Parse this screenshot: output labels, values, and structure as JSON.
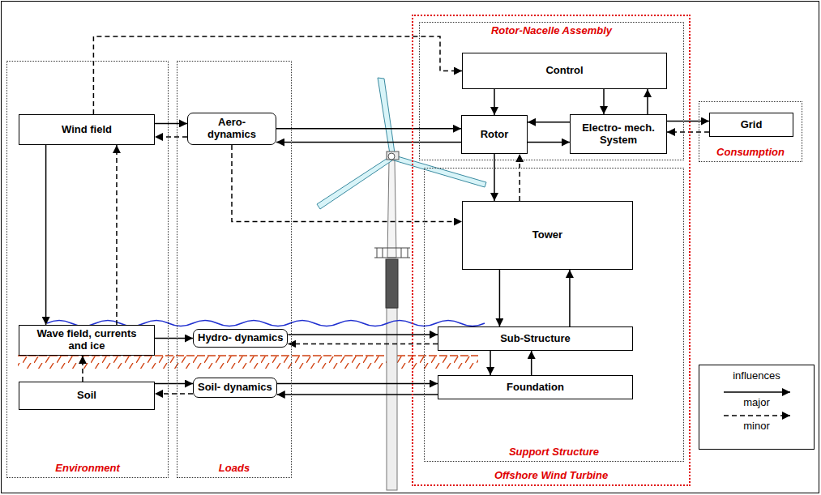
{
  "diagram": {
    "nodes": [
      {
        "text": [
          "Environment"
        ]
      },
      {
        "text": [
          "Wind field"
        ],
        "in": 0
      },
      {
        "text": [
          "Wave field, currents and ice"
        ],
        "in": 0
      },
      {
        "text": [
          "Soil"
        ],
        "in": 0
      },
      {
        "text": [
          "Loads"
        ]
      },
      {
        "text": [
          "Aero- dynamics"
        ],
        "in": 4
      },
      {
        "text": [
          "Hydro- dynamics"
        ],
        "in": 4
      },
      {
        "text": [
          "Soil- dynamics"
        ],
        "in": 4
      },
      {
        "text": [
          "Offshore Wind Turbine"
        ]
      },
      {
        "text": [
          "Rotor-Nacelle Assembly"
        ],
        "in": 8
      },
      {
        "text": [
          "Control"
        ],
        "in": 9
      },
      {
        "text": [
          "Rotor"
        ],
        "in": 9
      },
      {
        "text": [
          "Electro- mech. System"
        ],
        "in": 9
      },
      {
        "text": [
          "Support Structure"
        ],
        "in": 8
      },
      {
        "text": [
          "Tower"
        ],
        "in": 13
      },
      {
        "text": [
          "Sub-Structure"
        ],
        "in": 13
      },
      {
        "text": [
          "Foundation"
        ],
        "in": 13
      },
      {
        "text": [
          "Consumption"
        ]
      },
      {
        "text": [
          "Grid"
        ],
        "in": 17
      }
    ],
    "edges": [
      {
        "from": 1,
        "to": 5,
        "arrow": "to"
      },
      {
        "from": 5,
        "to": 1,
        "arrow": "to"
      },
      {
        "from": 1,
        "to": 10,
        "arrow": "to"
      },
      {
        "from": 1,
        "to": 2,
        "arrow": "to"
      },
      {
        "from": 2,
        "to": 1,
        "arrow": "to"
      },
      {
        "from": 5,
        "to": 11,
        "arrow": "to"
      },
      {
        "from": 11,
        "to": 5,
        "arrow": "to"
      },
      {
        "from": 5,
        "to": 14,
        "arrow": "to"
      },
      {
        "from": 10,
        "to": 11,
        "arrow": "to"
      },
      {
        "from": 10,
        "to": 12,
        "arrow": "to"
      },
      {
        "from": 12,
        "to": 10,
        "arrow": "to"
      },
      {
        "from": 12,
        "to": 11,
        "arrow": "to"
      },
      {
        "from": 11,
        "to": 12,
        "arrow": "to"
      },
      {
        "from": 12,
        "to": 18,
        "arrow": "to"
      },
      {
        "from": 18,
        "to": 12,
        "arrow": "to"
      },
      {
        "from": 11,
        "to": 14,
        "arrow": "to"
      },
      {
        "from": 14,
        "to": 11,
        "arrow": "to"
      },
      {
        "from": 14,
        "to": 15,
        "arrow": "to"
      },
      {
        "from": 15,
        "to": 14,
        "arrow": "to"
      },
      {
        "from": 2,
        "to": 6,
        "arrow": "to"
      },
      {
        "from": 6,
        "to": 15,
        "arrow": "to"
      },
      {
        "from": 15,
        "to": 6,
        "arrow": "to"
      },
      {
        "from": 15,
        "to": 16,
        "arrow": "to"
      },
      {
        "from": 16,
        "to": 15,
        "arrow": "to"
      },
      {
        "from": 3,
        "to": 2,
        "arrow": "to"
      },
      {
        "from": 3,
        "to": 7,
        "arrow": "to"
      },
      {
        "from": 7,
        "to": 3,
        "arrow": "to"
      },
      {
        "from": 7,
        "to": 16,
        "arrow": "to"
      },
      {
        "from": 16,
        "to": 7,
        "arrow": "to"
      }
    ],
    "labels": [
      "influences"
    ],
    "legend": [
      {
        "text": "major"
      },
      {
        "text": "minor"
      }
    ]
  }
}
